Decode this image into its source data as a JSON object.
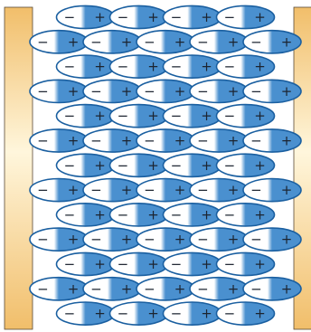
{
  "diagram": {
    "plates": [
      {
        "side": "left"
      },
      {
        "side": "right"
      }
    ],
    "negative_label": "−",
    "positive_label": "+",
    "rows": [
      4,
      5,
      4,
      5,
      4,
      5,
      4,
      5,
      4,
      5,
      4,
      5,
      4
    ],
    "colors": {
      "dipole_fill": "#4a90cf",
      "dipole_light": "#ffffff",
      "dipole_stroke": "#1a5fa0",
      "sign_color": "#1c2430",
      "plate_light": "#fff6dc",
      "plate_dark": "#f1be6a",
      "plate_stroke": "#5a4a36"
    }
  }
}
